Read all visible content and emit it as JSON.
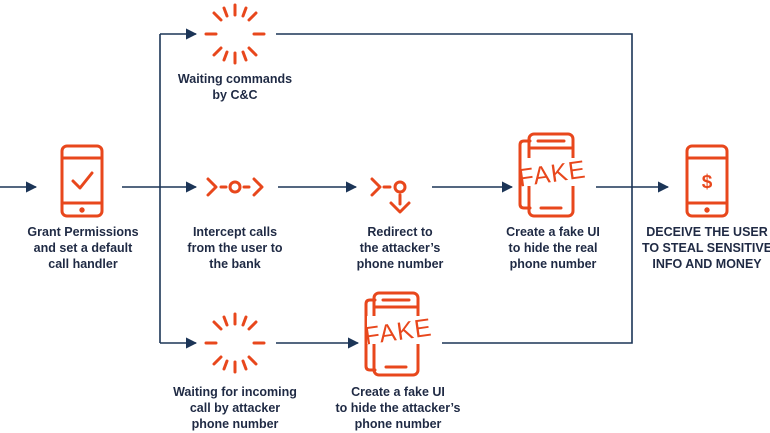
{
  "colors": {
    "accent": "#e8471c",
    "line": "#1c3557"
  },
  "labels": {
    "grant": "Grant Permissions\nand set a default\ncall handler",
    "waiting_cc": "Waiting commands\nby C&C",
    "intercept": "Intercept calls\nfrom the user to\nthe bank",
    "redirect": "Redirect to\nthe attacker’s\nphone number",
    "fake_real": "Create a fake UI\nto hide the real\nphone number",
    "deceive": "DECEIVE THE USER\nTO STEAL SENSITIVE\nINFO AND MONEY",
    "waiting_incoming": "Waiting for incoming\ncall by attacker\nphone number",
    "fake_attacker": "Create a fake UI\nto hide the attacker’s\nphone number"
  },
  "icons": {
    "fake_text": "FAKE",
    "dollar": "$"
  }
}
